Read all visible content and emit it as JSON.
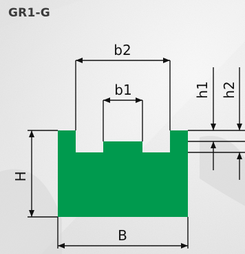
{
  "title": "GR1-G",
  "colors": {
    "profile": "#009a4e",
    "lines": "#111111",
    "title": "#3b3b3b"
  },
  "labels": {
    "b2": "b2",
    "b1": "b1",
    "h1": "h1",
    "h2": "h2",
    "H": "H",
    "B": "B"
  }
}
